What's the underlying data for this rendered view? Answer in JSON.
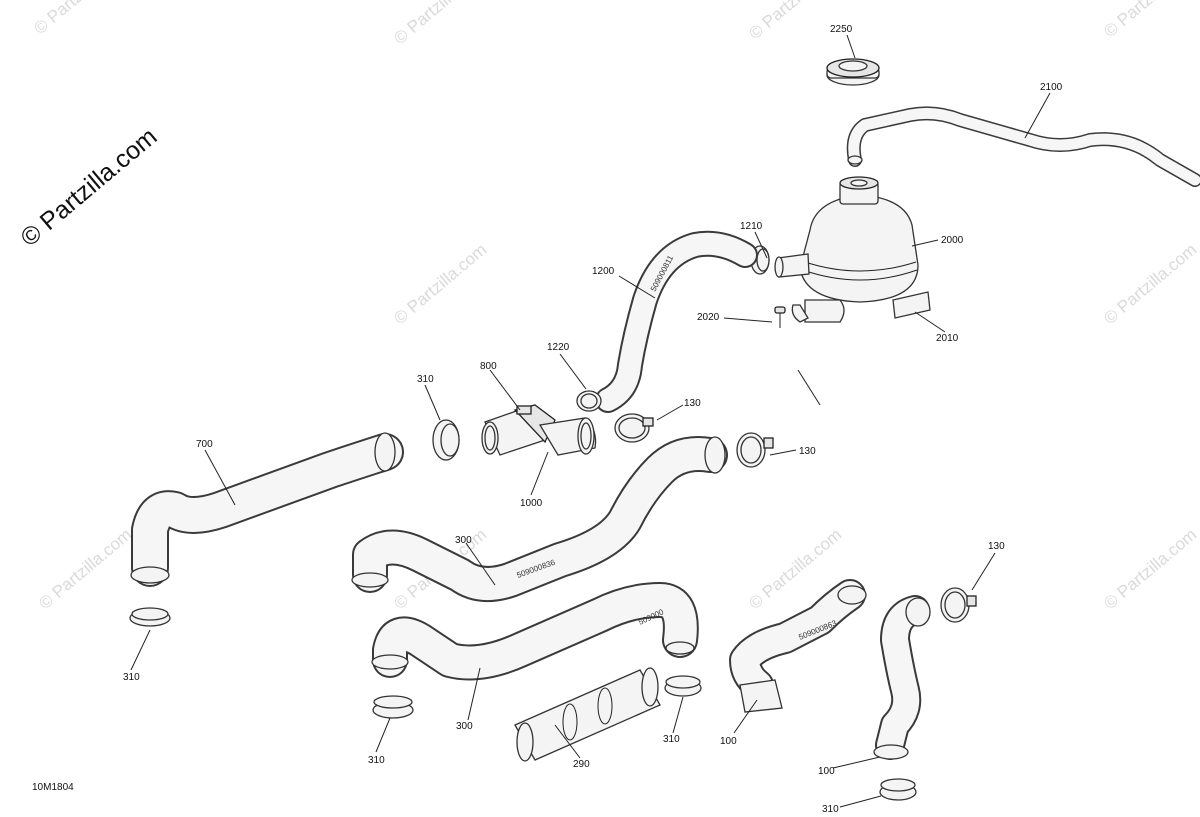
{
  "watermark": {
    "text": "© Partzilla.com",
    "brand": "© Partzilla.com"
  },
  "diagram_ref": "10M1804",
  "hose_stamps": {
    "hose_1200": "509000811",
    "hose_300_upper": "509000836",
    "hose_300_lower": "509000",
    "hose_100": "509000863"
  },
  "callouts": {
    "c2250": "2250",
    "c2100": "2100",
    "c1210": "1210",
    "c2000": "2000",
    "c1200": "1200",
    "c2020": "2020",
    "c2010": "2010",
    "c1220": "1220",
    "c800": "800",
    "c310_top": "310",
    "c130_top": "130",
    "c130_mid": "130",
    "c700": "700",
    "c1000": "1000",
    "c300_upper": "300",
    "c300_lower": "300",
    "c130_right": "130",
    "c310_left": "310",
    "c310_bottom_left": "310",
    "c290": "290",
    "c310_mid": "310",
    "c100_mid": "100",
    "c100_right": "100",
    "c310_right": "310"
  }
}
